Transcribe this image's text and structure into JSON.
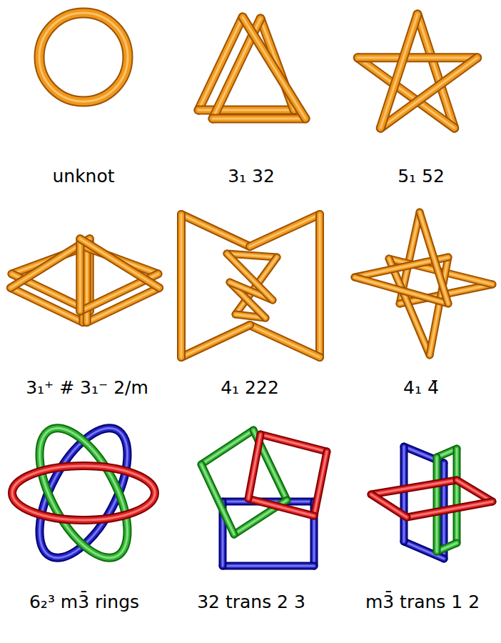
{
  "diagram": {
    "labels": [
      "unknot",
      "3₁ 32",
      "5₁ 52",
      "3₁⁺ # 3₁⁻ 2/m",
      "4₁ 222",
      "4₁ 4̄",
      "6₂³ m3̄ rings",
      "32 trans 2 3",
      "m3̄ trans 1 2"
    ]
  }
}
